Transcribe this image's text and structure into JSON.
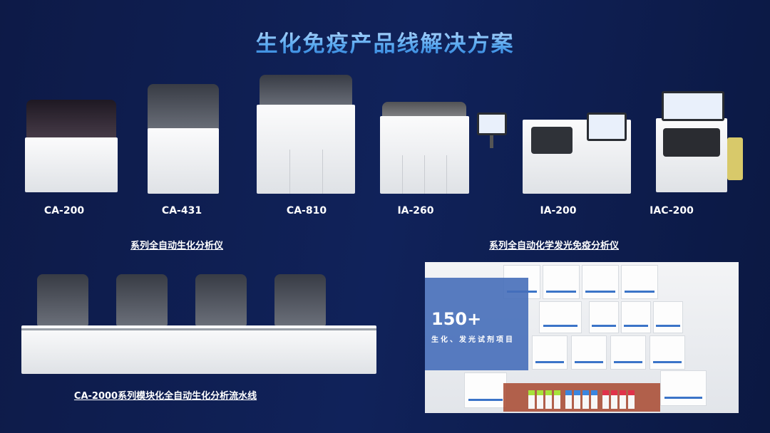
{
  "title": "生化免疫产品线解决方案",
  "products": [
    {
      "model": "CA-200"
    },
    {
      "model": "CA-431"
    },
    {
      "model": "CA-810"
    },
    {
      "model": "IA-260"
    },
    {
      "model": "IA-200"
    },
    {
      "model": "IAC-200"
    }
  ],
  "series": {
    "biochem": "系列全自动生化分析仪",
    "immuno": "系列全自动化学发光免疫分析仪",
    "pipeline": "CA-2000系列模块化全自动生化分析流水线"
  },
  "reagents": {
    "count": "150+",
    "caption": "生化、发光试剂项目"
  },
  "colors": {
    "background": "#0f2055",
    "title_gradient_end": "#2e7fd8",
    "overlay": "#466eb9"
  }
}
